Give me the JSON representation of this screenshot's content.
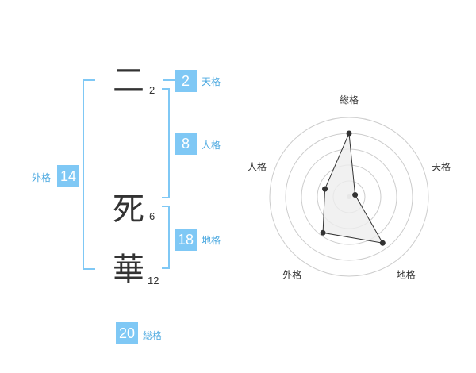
{
  "name": {
    "characters": [
      {
        "char": "二",
        "strokes": "2"
      },
      {
        "char": "死",
        "strokes": "6"
      },
      {
        "char": "華",
        "strokes": "12"
      }
    ]
  },
  "kakusu": {
    "tenkaku": {
      "value": "2",
      "label": "天格"
    },
    "jinkaku": {
      "value": "8",
      "label": "人格"
    },
    "chikaku": {
      "value": "18",
      "label": "地格"
    },
    "gaikaku": {
      "value": "14",
      "label": "外格"
    },
    "soukaku": {
      "value": "20",
      "label": "総格"
    }
  },
  "colors": {
    "accent": "#7fc8f5",
    "accent_text": "#4aa8e0",
    "text": "#333333",
    "grid": "#cccccc",
    "fill": "#eeeeee"
  },
  "chart_data": {
    "type": "radar",
    "axes": [
      "総格",
      "天格",
      "地格",
      "外格",
      "人格"
    ],
    "values": [
      20,
      2,
      18,
      14,
      8
    ]
  }
}
